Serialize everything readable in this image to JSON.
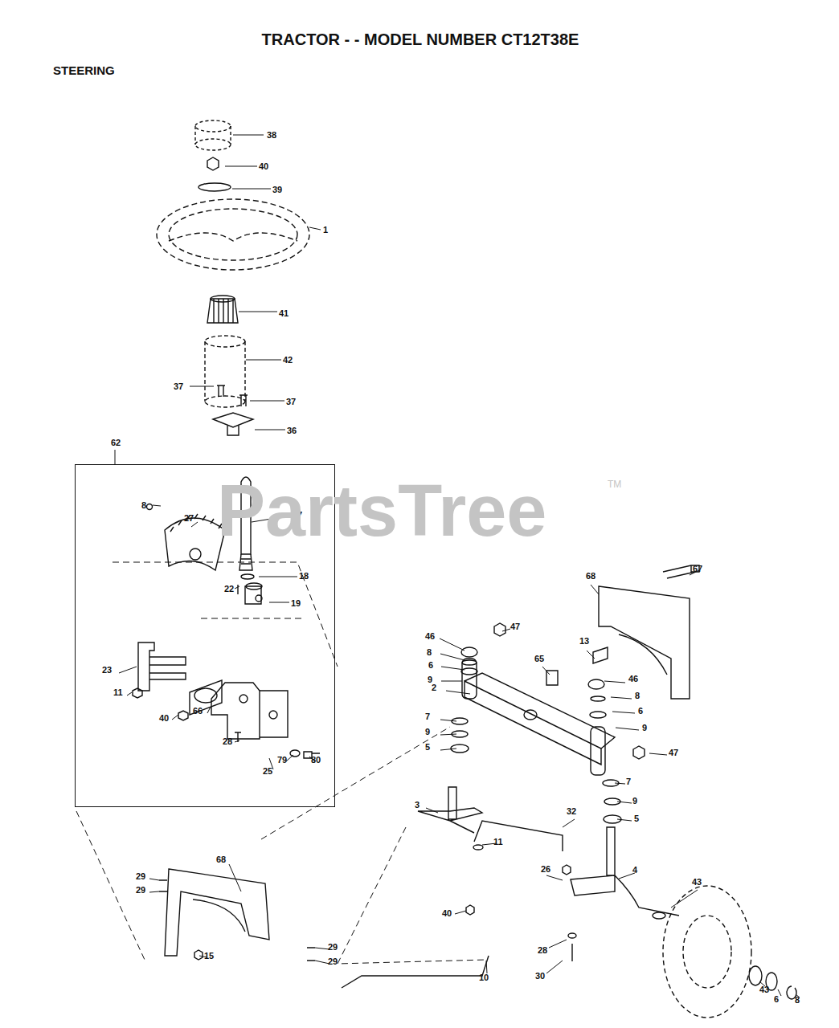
{
  "diagram": {
    "title": "TRACTOR - - MODEL NUMBER CT12T38E",
    "nodes": [
      {
        "text": [
          "62"
        ]
      }
    ],
    "labels": [
      "STEERING",
      "38",
      "40",
      "39",
      "1",
      "41",
      "42",
      "37",
      "37",
      "36",
      "17",
      "8",
      "27",
      "18",
      "19",
      "22",
      "23",
      "11",
      "40",
      "66",
      "28",
      "79",
      "80",
      "25",
      "68",
      "67",
      "46",
      "8",
      "6",
      "9",
      "47",
      "65",
      "13",
      "2",
      "46",
      "8",
      "6",
      "9",
      "47",
      "7",
      "9",
      "5",
      "7",
      "9",
      "5",
      "3",
      "32",
      "11",
      "43",
      "26",
      "4",
      "40",
      "28",
      "30",
      "10",
      "43",
      "6",
      "8",
      "68",
      "29",
      "29",
      "15",
      "29",
      "29",
      "PartsTree",
      "TM"
    ]
  }
}
